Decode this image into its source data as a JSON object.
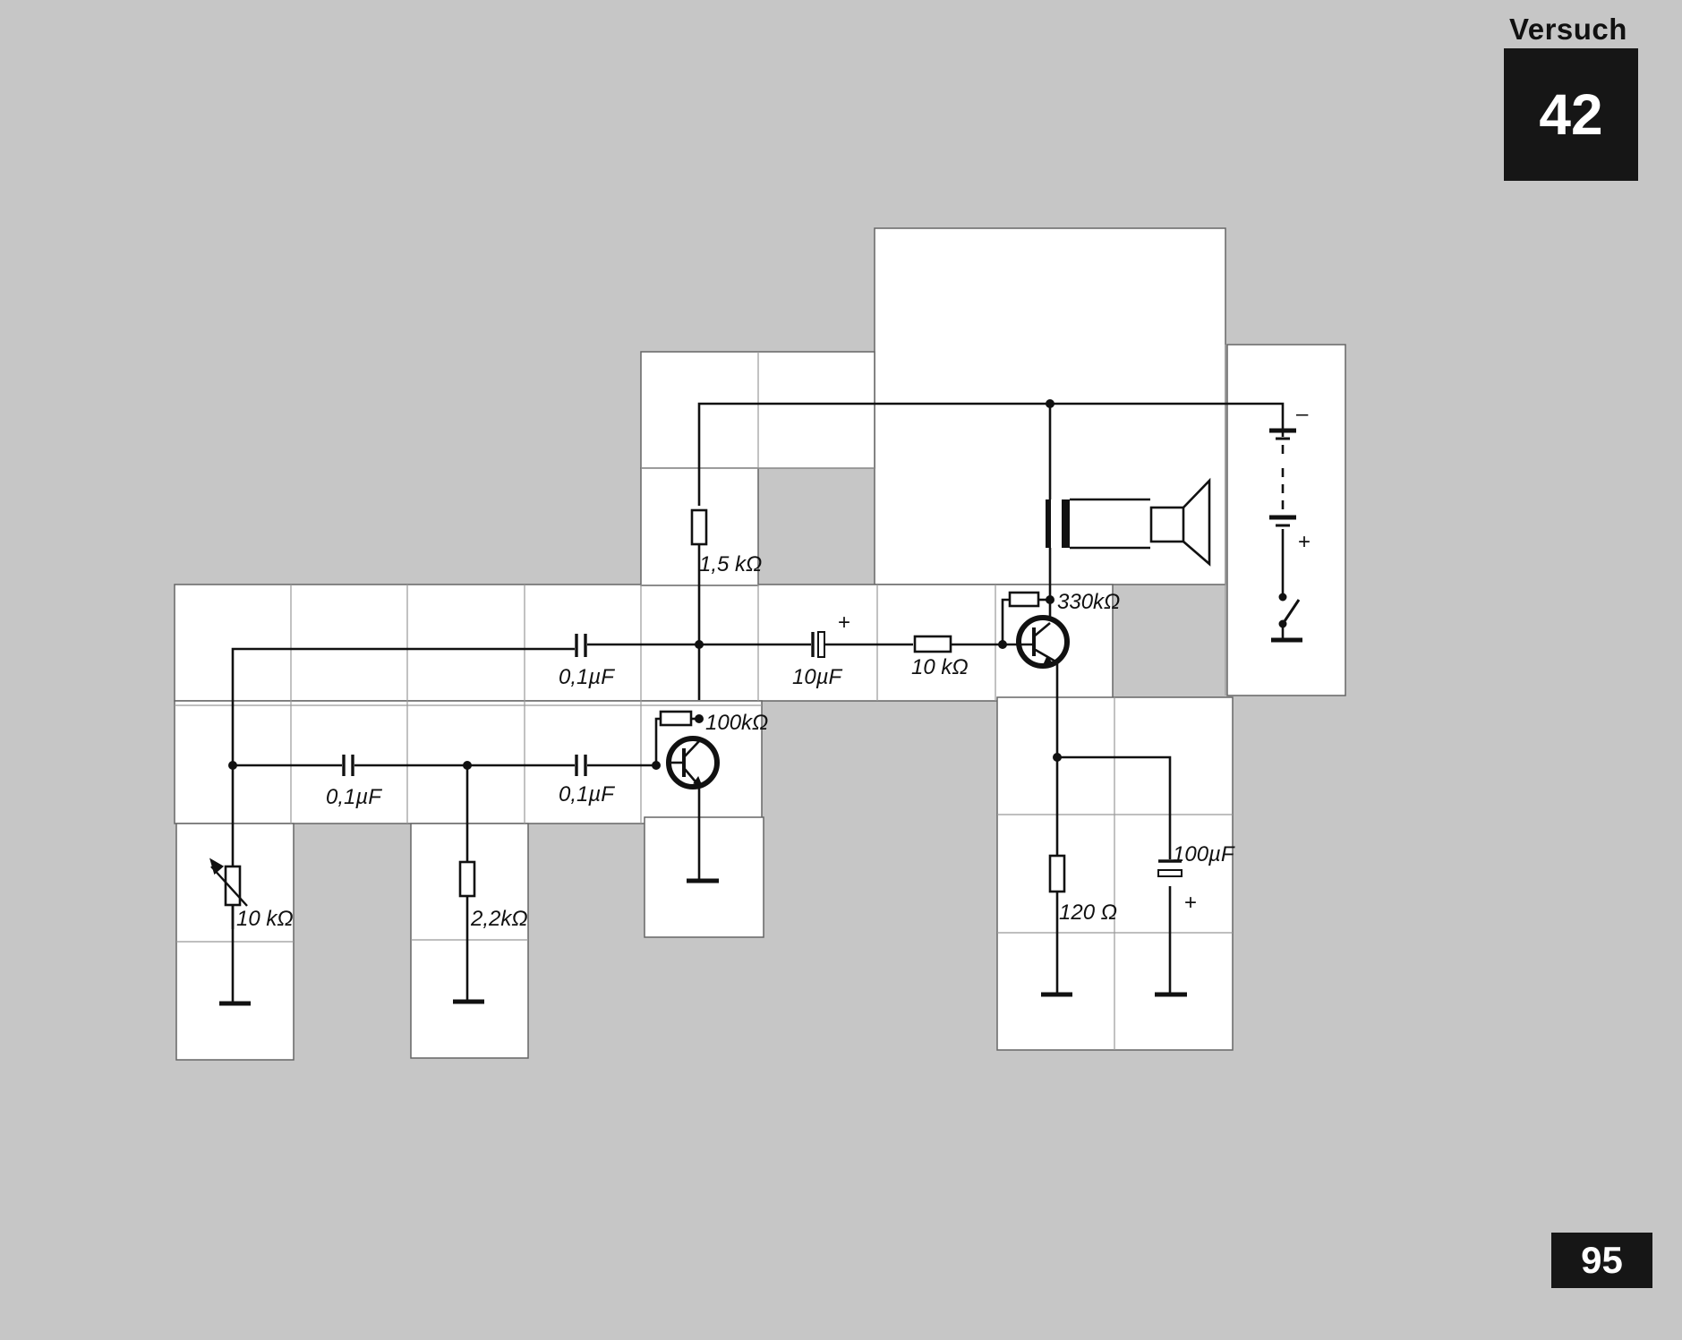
{
  "header": {
    "versuch_label": "Versuch",
    "experiment_number": "42"
  },
  "footer": {
    "page_number": "95"
  },
  "diagram": {
    "labels": {
      "r_collector1": "1,5 kΩ",
      "c_couple1": "0,1µF",
      "c_electrolytic": "10µF",
      "r_base2": "10 kΩ",
      "r_feedback2": "330kΩ",
      "r_feedback1": "100kΩ",
      "c_input1": "0,1µF",
      "c_input2": "0,1µF",
      "r_pot": "10 kΩ",
      "r_input": "2,2kΩ",
      "r_emitter": "120 Ω",
      "c_emitter": "100µF",
      "plus_c10": "+",
      "plus_c100": "+",
      "battery_minus": "–",
      "battery_plus": "+"
    },
    "colors": {
      "panel": "#ffffff",
      "background": "#c6c6c6",
      "ink": "#111111"
    }
  }
}
